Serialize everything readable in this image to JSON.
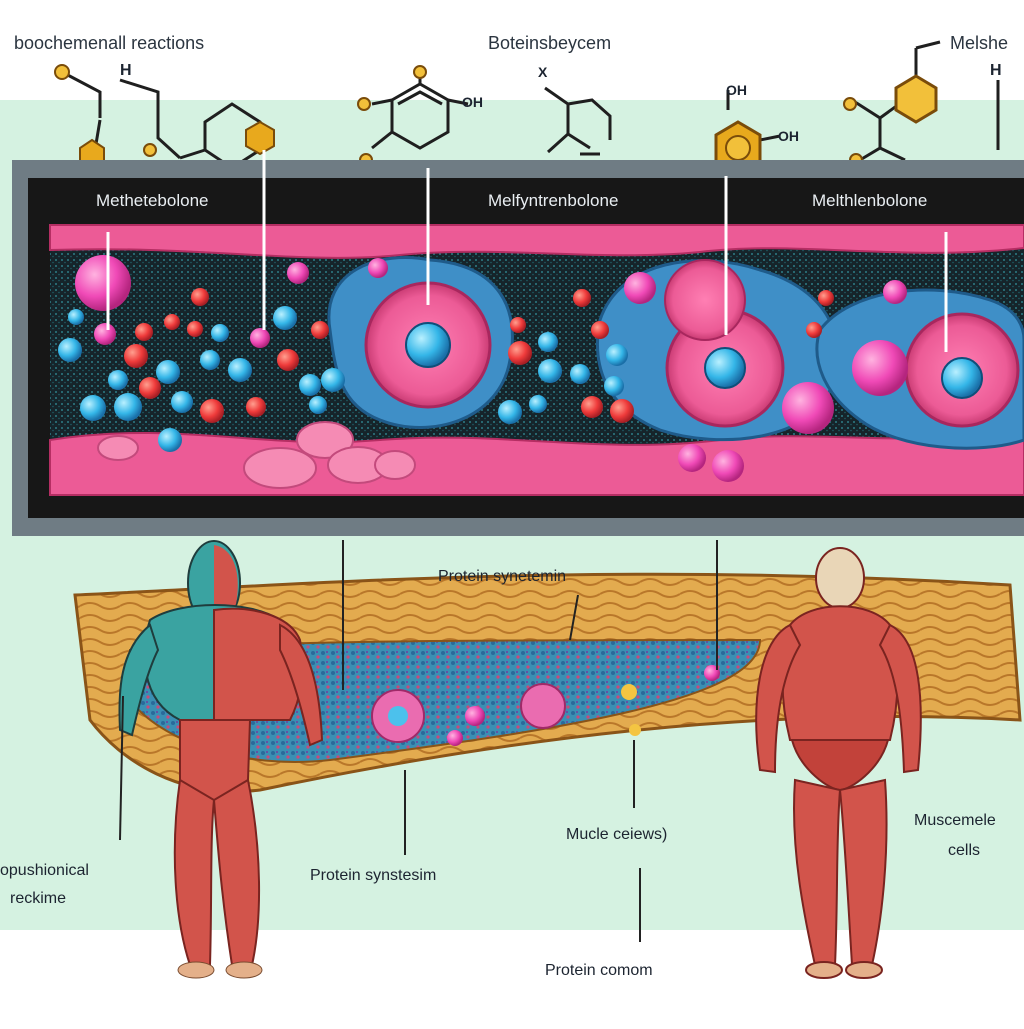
{
  "header_labels": {
    "left": "boochemenall reactions",
    "center": "Boteinsbeycem",
    "right": "Melshe"
  },
  "compounds": {
    "first": "Methetebolone",
    "second": "Melfyntrenbolone",
    "third": "Melthlenbolone"
  },
  "chem_glyphs": {
    "oh_1": "OH",
    "oh_2": "OH",
    "oh_3": "OH",
    "x_mark": "X",
    "h_left": "H",
    "h_right": "H"
  },
  "callouts": {
    "protein_synthesis_top": "Protein synetemin",
    "muscle_cells_center": "Mucle ceiews)",
    "muscle_cells_right_1": "Muscemele",
    "muscle_cells_right_2": "cells",
    "left_1": "opushionical",
    "left_2": "reckime",
    "protein_synthesis_bottom": "Protein synstesim",
    "protein_bottom": "Protein comom"
  },
  "colors": {
    "mint_background": "#d5f2e1",
    "panel_frame": "#6f7c84",
    "panel_fill": "#171717",
    "tissue_pink": "#ec5b96",
    "cell_blue": "#3fb3e6",
    "fiber_orange": "#e0a64a",
    "muscle_red": "#c8463f",
    "chem_gold": "#e8a91d"
  }
}
